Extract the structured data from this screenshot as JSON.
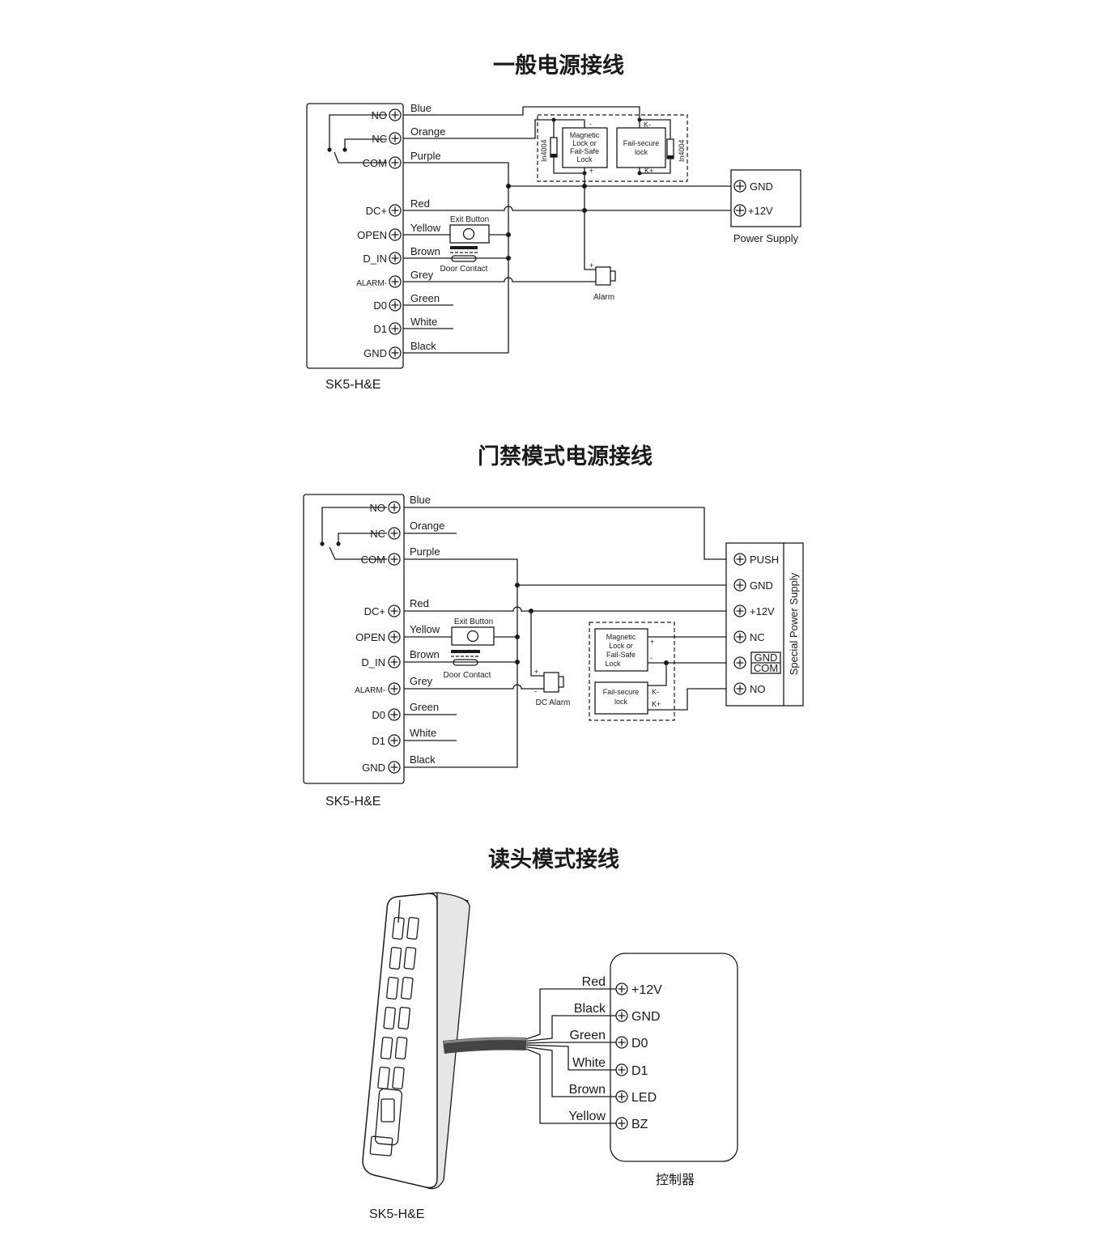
{
  "titles": {
    "general": "一般电源接线",
    "access": "门禁模式电源接线",
    "reader": "读头模式接线"
  },
  "device_name": "SK5-H&E",
  "terminals": [
    "NO",
    "NC",
    "COM",
    "DC+",
    "OPEN",
    "D_IN",
    "ALARM-",
    "D0",
    "D1",
    "GND"
  ],
  "wires": [
    "Blue",
    "Orange",
    "Purple",
    "Red",
    "Yellow",
    "Brown",
    "Grey",
    "Green",
    "White",
    "Black"
  ],
  "general": {
    "mag_lock": [
      "Magnetic",
      "Lock or",
      "Fail-Safe",
      "Lock"
    ],
    "fs_lock": [
      "Fail-secure",
      "lock"
    ],
    "diode": "In4004",
    "k_minus": "K-",
    "k_plus": "K+",
    "plus": "+",
    "minus": "-",
    "psu_gnd": "GND",
    "psu_12v": "+12V",
    "psu_label": "Power Supply",
    "exit_button": "Exit Button",
    "door_contact": "Door Contact",
    "alarm": "Alarm"
  },
  "access": {
    "psu_terms": [
      "PUSH",
      "GND",
      "+12V",
      "NC",
      "GND",
      "COM",
      "NO"
    ],
    "psu_label": "Special Power Supply",
    "mag_lock": [
      "Magnetic",
      "Lock or",
      "Fail-Safe",
      "Lock"
    ],
    "fs_lock": [
      "Fail-secure",
      "lock"
    ],
    "plus": "+",
    "minus": "-",
    "k_minus": "K-",
    "k_plus": "K+",
    "exit_button": "Exit Button",
    "door_contact": "Door Contact",
    "alarm": "DC Alarm"
  },
  "reader": {
    "wires": [
      "Red",
      "Black",
      "Green",
      "White",
      "Brown",
      "Yellow"
    ],
    "terms": [
      "+12V",
      "GND",
      "D0",
      "D1",
      "LED",
      "BZ"
    ],
    "controller": "控制器"
  }
}
